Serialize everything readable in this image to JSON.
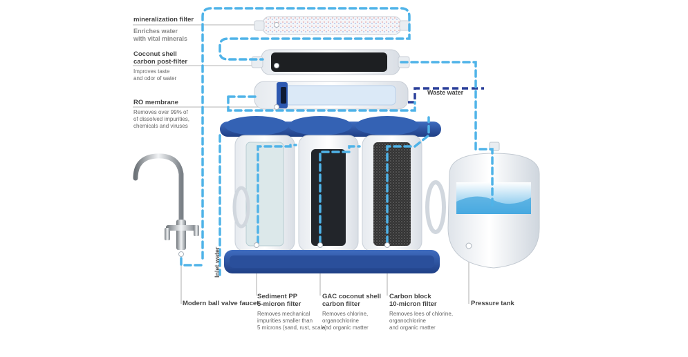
{
  "labels": {
    "mineralization": {
      "title": "mineralization filter",
      "desc_line1": "Enriches water",
      "desc_line2": "with vital minerals"
    },
    "coconut_post": {
      "title_line1": "Coconut shell",
      "title_line2": "carbon post-filter",
      "desc_line1": "Improves taste",
      "desc_line2": "and odor of water"
    },
    "ro_membrane": {
      "title": "RO membrane",
      "desc_line1": "Removes over 99% of",
      "desc_line2": "of dissolved impurities,",
      "desc_line3": "chemicals and viruses"
    },
    "waste_water": "Waste water",
    "inlet_water": "Inlet water",
    "faucet": "Modern ball valve faucet",
    "sediment": {
      "title_line1": "Sediment PP",
      "title_line2": "5-micron filter",
      "desc_line1": "Removes mechanical",
      "desc_line2": "impurities smaller than",
      "desc_line3": "5 microns (sand, rust, scale)"
    },
    "gac": {
      "title_line1": "GAC coconut shell",
      "title_line2": "carbon filter",
      "desc_line1": "Removes chlorine,",
      "desc_line2": "organochlorine",
      "desc_line3": "and organic matter"
    },
    "carbon_block": {
      "title_line1": "Carbon block",
      "title_line2": "10-micron filter",
      "desc_line1": "Removes lees of chlorine,",
      "desc_line2": "organochlorine",
      "desc_line3": "and organic matter"
    },
    "pressure_tank": "Pressure tank"
  },
  "colors": {
    "flow": "#4fb3e8",
    "waste": "#2a3f9a",
    "housing_blue": "#2f5aa8",
    "leader": "#9a9a9a"
  }
}
